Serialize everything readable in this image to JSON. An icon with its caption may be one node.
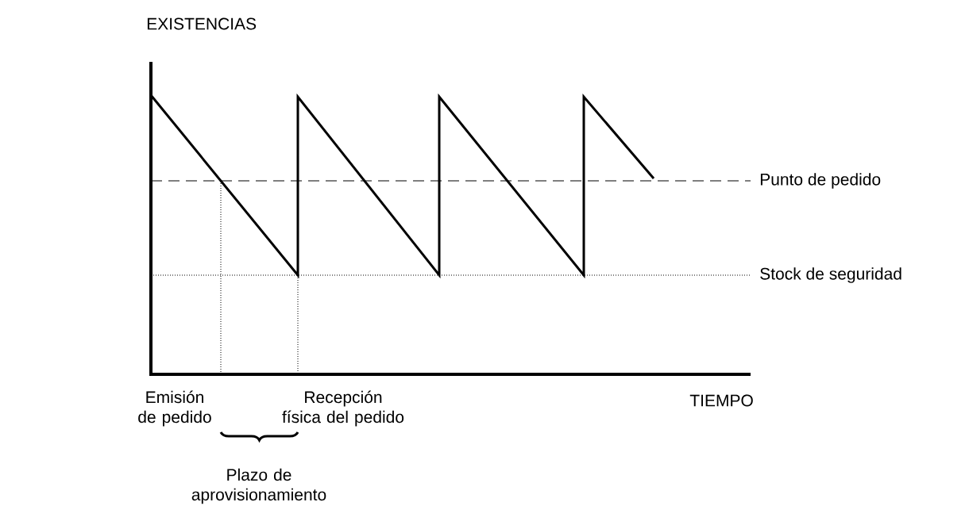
{
  "diagram": {
    "labels": [
      "EXISTENCIAS",
      "Punto de pedido",
      "Stock de seguridad",
      "Emisión de pedido",
      "Recepción física del pedido",
      "TIEMPO",
      "Plazo de aprovisionamiento"
    ]
  }
}
